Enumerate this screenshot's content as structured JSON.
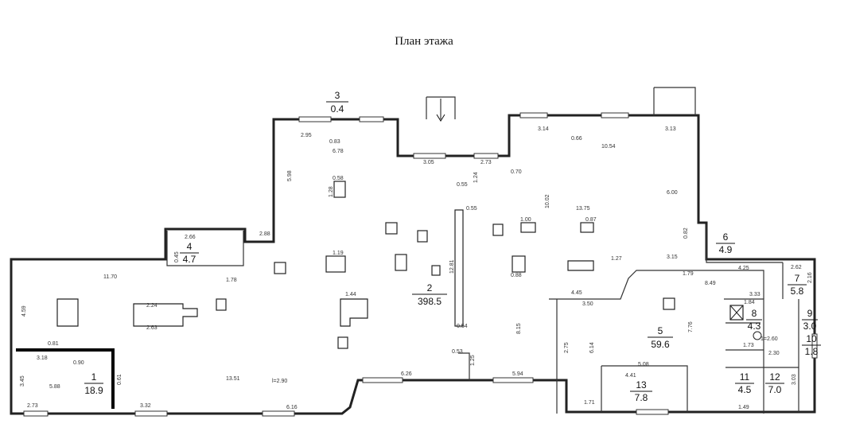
{
  "title": "План этажа",
  "rooms": [
    {
      "id": "1",
      "area": "18.9"
    },
    {
      "id": "2",
      "area": "398.5"
    },
    {
      "id": "3",
      "area": "0.4"
    },
    {
      "id": "4",
      "area": "4.7"
    },
    {
      "id": "5",
      "area": "59.6"
    },
    {
      "id": "6",
      "area": "4.9"
    },
    {
      "id": "7",
      "area": "5.8"
    },
    {
      "id": "8",
      "area": "4.3"
    },
    {
      "id": "9",
      "area": "3.0"
    },
    {
      "id": "10",
      "area": "1.8"
    },
    {
      "id": "11",
      "area": "4.5"
    },
    {
      "id": "12",
      "area": "7.0"
    },
    {
      "id": "13",
      "area": "7.8"
    }
  ],
  "dimensions": {
    "d295": "2.95",
    "d083": "0.83",
    "d678": "6.78",
    "d305": "3.05",
    "d124": "1.24",
    "d273": "2.73",
    "d055": "0.55",
    "d070": "0.70",
    "d314": "3.14",
    "d066": "0.66",
    "d1054": "10.54",
    "d313": "3.13",
    "d600": "6.00",
    "d1375": "13.75",
    "d1002": "10.02",
    "d087": "0.87",
    "d100": "1.00",
    "d058": "0.58",
    "d128": "1.28",
    "d598": "5.98",
    "d266": "2.66",
    "d288": "2.88",
    "d1170": "11.70",
    "d178": "1.78",
    "d119": "1.19",
    "d1281": "12.81",
    "d127": "1.27",
    "d315": "3.15",
    "d179": "1.79",
    "d425": "4.25",
    "d445": "4.45",
    "d350": "3.50",
    "d849": "8.49",
    "d081": "0.81",
    "d318": "3.18",
    "d090": "0.90",
    "d224": "2.24",
    "d263": "2.63",
    "d144": "1.44",
    "d1351": "13.51",
    "d290": "l=2.90",
    "d626": "6.26",
    "d594": "5.94",
    "d616": "6.16",
    "d332": "3.32",
    "d588": "5.88",
    "d508": "5.08",
    "d441": "4.41",
    "d815": "8.15",
    "d776": "7.76",
    "d614": "6.14",
    "d184": "1.84",
    "d333": "3.33",
    "d173": "1.73",
    "d230": "2.30",
    "d149": "1.49",
    "d262": "2.62",
    "d275": "2.75",
    "d459": "4.59",
    "d045": "0.45",
    "d054": "0.54",
    "d053": "0.53",
    "d125": "1.25",
    "d088": "0.88",
    "d171": "1.71",
    "d345": "3.45",
    "d303": "3.03",
    "d216": "2.16",
    "d061": "0.61",
    "d082": "0.82",
    "d260": "1=2.60"
  }
}
